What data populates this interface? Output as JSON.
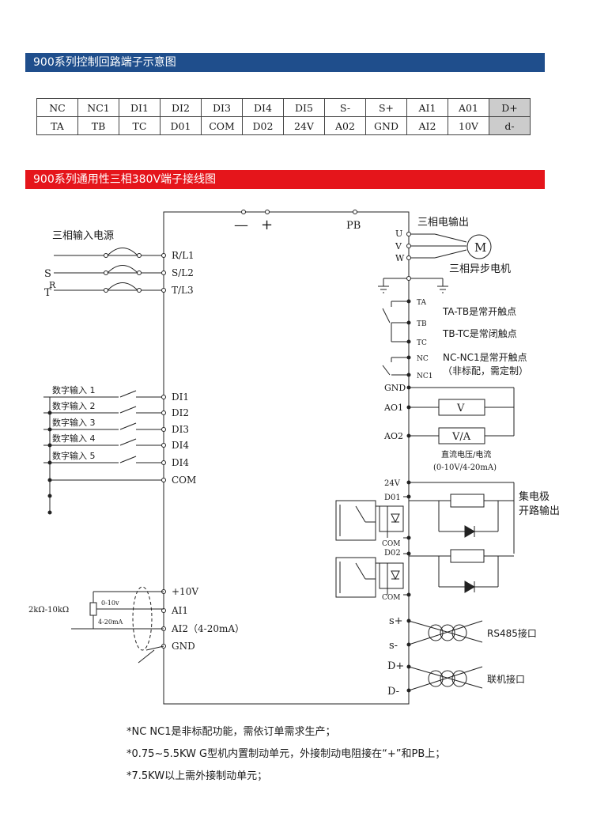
{
  "header1": "900系列控制回路端子示意图",
  "header2": "900系列通用性三相380V端子接线图",
  "terminal_table": {
    "row1": [
      "NC",
      "NC1",
      "DI1",
      "DI2",
      "DI3",
      "DI4",
      "DI5",
      "S-",
      "S+",
      "AI1",
      "A01",
      "D+"
    ],
    "row2": [
      "TA",
      "TB",
      "TC",
      "D01",
      "COM",
      "D02",
      "24V",
      "A02",
      "GND",
      "AI2",
      "10V",
      "d-"
    ]
  },
  "diagram": {
    "top_minus": "—",
    "top_plus": "+",
    "top_pb": "PB",
    "power_input_label": "三相输入电源",
    "rst_s": "S",
    "rst_t": "T",
    "rst_r": "R",
    "input_terms": [
      "R/L1",
      "S/L2",
      "T/L3"
    ],
    "output_title": "三相电输出",
    "uvw": [
      "U",
      "V",
      "W"
    ],
    "motor_letter": "M",
    "motor_label": "三相异步电机",
    "relay_terms": [
      "TA",
      "TB",
      "TC",
      "NC",
      "NC1"
    ],
    "relay_notes": [
      "TA-TB是常开触点",
      "TB-TC是常闭触点",
      "NC-NC1是常开触点",
      "（非标配，需定制）"
    ],
    "digital_inputs": [
      "数字输入 1",
      "数字输入 2",
      "数字输入 3",
      "数字输入 4",
      "数字输入 5"
    ],
    "di_terms": [
      "DI1",
      "DI2",
      "DI3",
      "DI4",
      "DI4",
      "COM"
    ],
    "analog_out_terms": [
      "GND",
      "AO1",
      "AO2"
    ],
    "meter_v": "V",
    "meter_va": "V/A",
    "analog_out_note1": "直流电压/电流",
    "analog_out_note2": "(0-10V/4-20mA)",
    "do_terms": [
      "24V",
      "D01",
      "COM",
      "D02",
      "COM"
    ],
    "collector_label1": "集电极",
    "collector_label2": "开路输出",
    "analog_in_terms": [
      "+10V",
      "AI1",
      "AI2（4-20mA）",
      "GND"
    ],
    "pot_label": "2kΩ-10kΩ",
    "range_v": "0-10v",
    "range_ma": "4-20mA",
    "comm_terms": [
      "s+",
      "s-",
      "D+",
      "D-"
    ],
    "rs485_label": "RS485接口",
    "link_label": "联机接口"
  },
  "notes": [
    "*NC NC1是非标配功能，需依订单需求生产；",
    "*0.75~5.5KW G型机内置制动单元，外接制动电阻接在“+”和PB上；",
    "*7.5KW以上需外接制动单元；"
  ]
}
